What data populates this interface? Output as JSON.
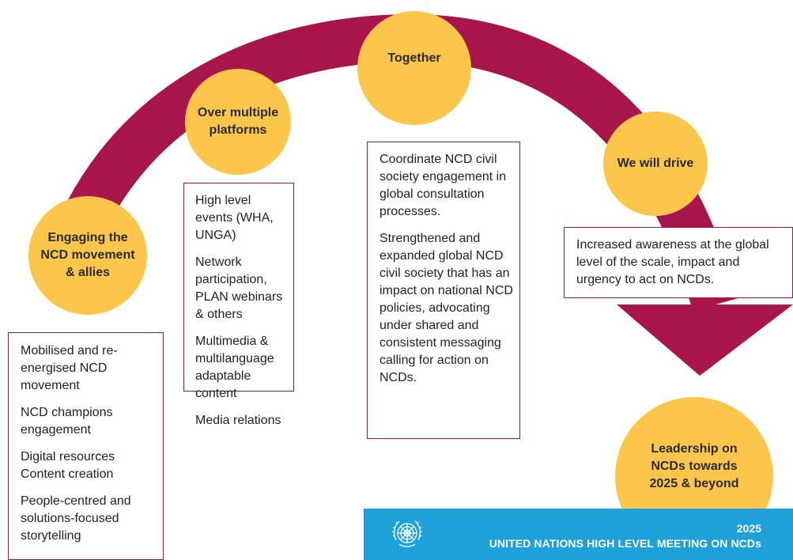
{
  "colors": {
    "arc": "#A8154B",
    "circle": "#FCC64A",
    "banner": "#1EA1D9",
    "box_border": "#A8154B"
  },
  "stages": [
    {
      "title": "Engaging the NCD movement & allies",
      "items": [
        "Mobilised and re-energised NCD movement",
        "NCD champions engagement",
        "Digital resources Content creation",
        "People-centred and solutions-focused storytelling"
      ]
    },
    {
      "title": "Over multiple platforms",
      "items": [
        "High level events (WHA, UNGA)",
        "Network participation, PLAN webinars & others",
        "Multimedia & multilanguage adaptable content",
        "Media relations"
      ]
    },
    {
      "title": "Together",
      "items": [
        "Coordinate NCD civil society engagement in global consultation processes.",
        "Strengthened and expanded global NCD civil society that has an impact on national NCD policies, advocating under shared and consistent messaging calling for action on NCDs."
      ]
    },
    {
      "title": "We will drive",
      "items": [
        "Increased awareness at the global level of the scale, impact and urgency to act on NCDs."
      ]
    }
  ],
  "outcome": {
    "title": "Leadership on NCDs towards 2025 & beyond"
  },
  "banner": {
    "year": "2025",
    "meeting": "UNITED NATIONS HIGH LEVEL MEETING ON NCDs",
    "emblem_icon": "un-emblem-icon"
  }
}
